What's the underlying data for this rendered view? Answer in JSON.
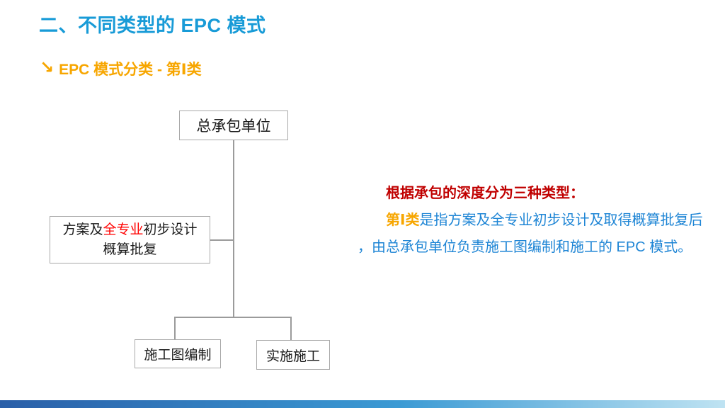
{
  "slide": {
    "title": "二、不同类型的 EPC 模式",
    "subtitle": {
      "arrow": "↘",
      "text": "EPC 模式分类 - 第Ⅰ类"
    },
    "diagram": {
      "top_box": "总承包单位",
      "left_box": {
        "line1_pre": "方案及",
        "line1_highlight": "全专业",
        "line1_post": "初步设计",
        "line2": "概算批复"
      },
      "bottom_left_box": "施工图编制",
      "bottom_right_box": "实施施工"
    },
    "description": {
      "heading": "根据承包的深度分为三种类型：",
      "class_label": "第Ⅰ类",
      "line2_rest": "是指方案及全专业初步设计及取得概算批复后",
      "line3": "，由总承包单位负责施工图编制和施工的 EPC 模式。"
    },
    "colors": {
      "title_blue": "#189BD7",
      "accent_orange": "#F7A600",
      "heading_red": "#C00000",
      "highlight_red": "#FF0000",
      "body_blue": "#1E85D5",
      "box_border": "#A9A9A9",
      "line_gray": "#9B9B9B",
      "footer_grad_start": "#2A5FA8",
      "footer_grad_mid": "#3B9AD4",
      "footer_grad_end": "#BFE3F2"
    }
  }
}
